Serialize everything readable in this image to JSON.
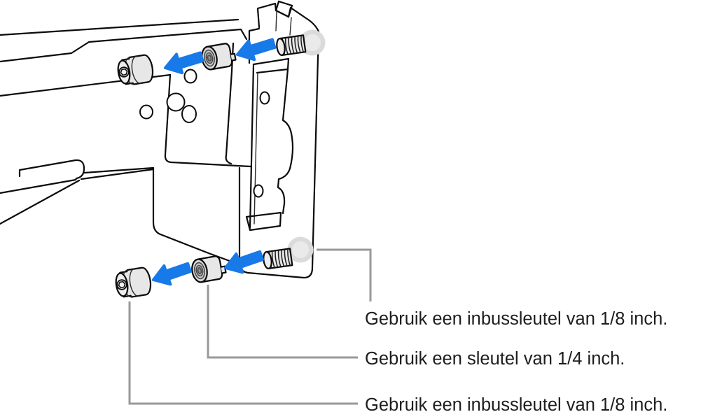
{
  "figure": {
    "kind": "technical-illustration",
    "description": "Exploded view of a rack-mount rail assembly: a hex screw and a standoff slide left off a threaded screw on the rack bracket, shown for top and bottom fastener rows.",
    "background_color": "#ffffff"
  },
  "callouts": [
    {
      "id": "top",
      "text": "Gebruik een inbussleutel van 1/8 inch.",
      "points_to": "threaded-screw-bottom"
    },
    {
      "id": "middle",
      "text": "Gebruik een sleutel van 1/4 inch.",
      "points_to": "standoff-bottom"
    },
    {
      "id": "bottom",
      "text": "Gebruik een inbussleutel van 1/8 inch.",
      "points_to": "hex-screw-bottom"
    }
  ],
  "colors": {
    "arrow_blue": "#1879e8",
    "leader_gray": "#999999",
    "line_black": "#0b0b0b",
    "text": "#1d1d1f",
    "metal_light": "#e7e7e7",
    "metal_mid": "#d7d7d7",
    "flange_gray": "#dbdbdb",
    "background": "#ffffff"
  },
  "icons": [
    "left-arrow-icon",
    "hex-socket-icon"
  ]
}
